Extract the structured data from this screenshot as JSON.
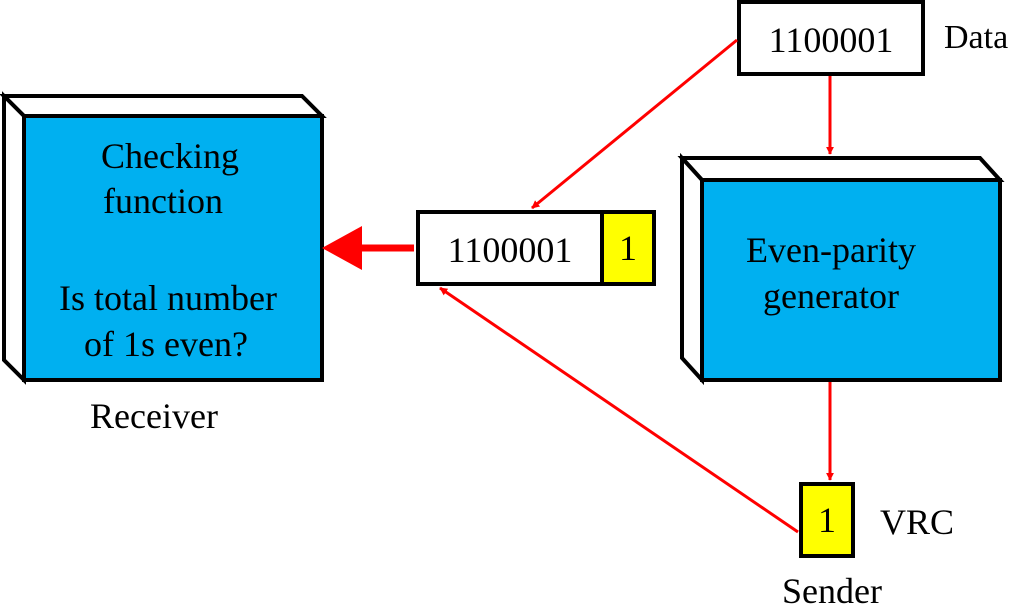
{
  "diagram": {
    "data_value": "1100001",
    "data_label": "Data",
    "generator": {
      "line1": "Even-parity",
      "line2": "generator"
    },
    "checker": {
      "line1": "Checking",
      "line2": "function",
      "line3": "Is total number",
      "line4": "of 1s even?"
    },
    "receiver_label": "Receiver",
    "sender_label": "Sender",
    "vrc_label": "VRC",
    "vrc_bit": "1",
    "frame": {
      "data": "1100001",
      "parity": "1"
    }
  },
  "colors": {
    "box_fill": "#00b0f0",
    "bit_fill": "#ffff00",
    "arrow": "#ff0000",
    "outline": "#000000"
  }
}
